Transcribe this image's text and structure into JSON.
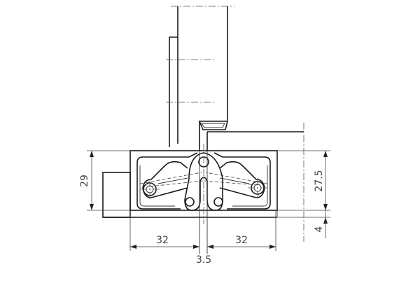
{
  "drawing": {
    "subject": "concealed hinge technical drawing",
    "units": "mm",
    "dimensions": {
      "height_left": "29",
      "height_right": "27.5",
      "offset_bottom_right": "4",
      "width_left": "32",
      "width_right": "32",
      "gap_center": "3.5"
    },
    "colors": {
      "line": "#1a1a1a",
      "dimension": "#444444",
      "background": "#ffffff"
    }
  }
}
